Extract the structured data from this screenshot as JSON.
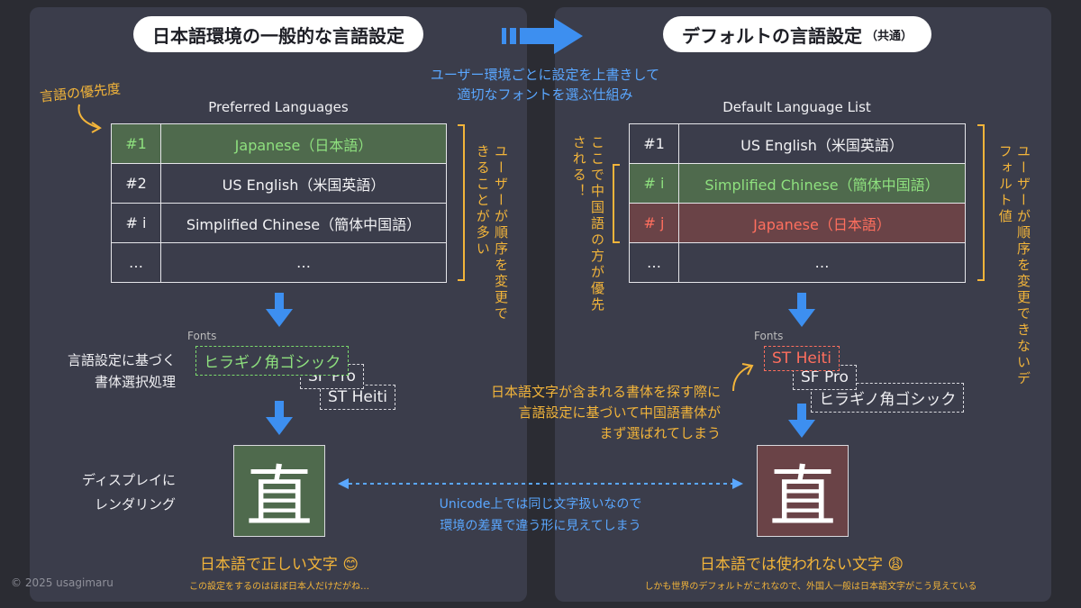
{
  "left": {
    "title": "日本語環境の一般的な言語設定",
    "pref_label": "言語の優先度",
    "table_title": "Preferred Languages",
    "rows": [
      {
        "num": "#1",
        "lang": "Japanese（日本語）"
      },
      {
        "num": "#2",
        "lang": "US English（米国英語）"
      },
      {
        "num": "# i",
        "lang": "Simplified Chinese（簡体中国語）"
      },
      {
        "num": "…",
        "lang": "…"
      }
    ],
    "side_note": "ユーザーが順序を変更できることが多い",
    "fonts_label": "Fonts",
    "process_label_1": "言語設定に基づく",
    "process_label_2": "書体選択処理",
    "font_stack": [
      "ヒラギノ角ゴシック",
      "SF Pro",
      "ST Heiti"
    ],
    "render_label_1": "ディスプレイに",
    "render_label_2": "レンダリング",
    "glyph": "直",
    "result": "日本語で正しい文字 😊",
    "footnote": "この設定をするのはほぼ日本人だけだがね…"
  },
  "right": {
    "title": "デフォルトの言語設定",
    "title_suffix": "（共通）",
    "table_title": "Default Language List",
    "rows": [
      {
        "num": "#1",
        "lang": "US English（米国英語）"
      },
      {
        "num": "# i",
        "lang": "Simplified Chinese（簡体中国語）"
      },
      {
        "num": "# j",
        "lang": "Japanese（日本語）"
      },
      {
        "num": "…",
        "lang": "…"
      }
    ],
    "side_note": "ユーザーが順序を変更できないデフォルト値",
    "chinese_note": "ここで中国語の方が優先される！",
    "fonts_label": "Fonts",
    "font_stack": [
      "ST Heiti",
      "SF Pro",
      "ヒラギノ角ゴシック"
    ],
    "glyph": "直",
    "result": "日本語では使われない文字 😩",
    "footnote": "しかも世界のデフォルトがこれなので、外国人一般は日本語文字がこう見えている"
  },
  "center": {
    "override_note_1": "ユーザー環境ごとに設定を上書きして",
    "override_note_2": "適切なフォントを選ぶ仕組み",
    "search_note_1": "日本語文字が含まれる書体を探す際に",
    "search_note_2": "言語設定に基づいて中国語書体が",
    "search_note_3": "まず選ばれてしまう",
    "unicode_note_1": "Unicode上では同じ文字扱いなので",
    "unicode_note_2": "環境の差異で違う形に見えてしまう"
  },
  "copyright": "© 2025 usagimaru",
  "colors": {
    "accent_blue": "#3d8ff0",
    "handwriting": "#f2b43a",
    "green_row": "#4f6a4d",
    "red_row": "#6a4347"
  }
}
